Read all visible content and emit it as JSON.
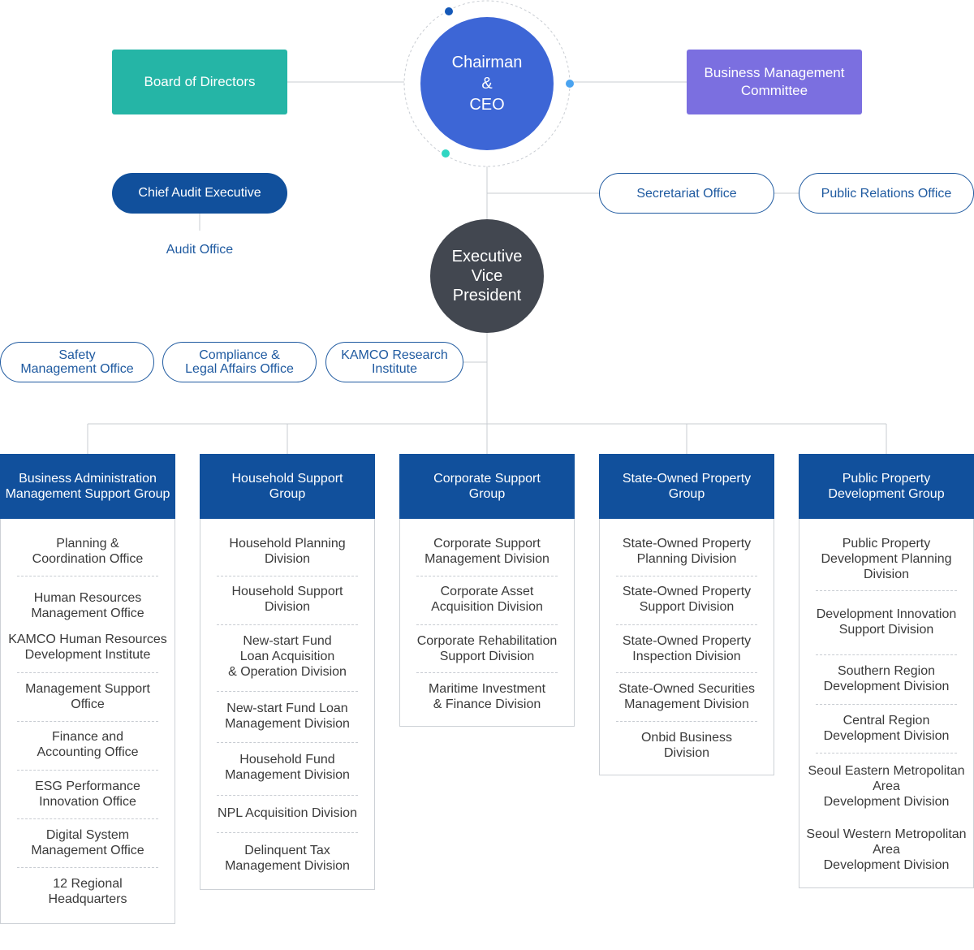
{
  "top": {
    "board_label": "Board of Directors",
    "ceo_label": "Chairman\n&\nCEO",
    "bmc_label": "Business Management\nCommittee"
  },
  "audit": {
    "cae_label": "Chief Audit Executive",
    "office_label": "Audit Office"
  },
  "staff": {
    "secretariat": "Secretariat Office",
    "public_relations": "Public Relations Office"
  },
  "evp": {
    "label": "Executive\nVice\nPresident"
  },
  "evp_offices": {
    "safety": "Safety\nManagement Office",
    "compliance": "Compliance &\nLegal Affairs Office",
    "research": "KAMCO Research\nInstitute"
  },
  "groups": [
    {
      "title": "Business Administration\nManagement Support Group",
      "units": [
        "Planning &\nCoordination Office",
        "Human Resources\nManagement Office",
        "KAMCO Human Resources\nDevelopment Institute",
        "Management Support\nOffice",
        "Finance and\nAccounting Office",
        "ESG Performance\nInnovation Office",
        "Digital System\nManagement Office",
        "12 Regional\nHeadquarters"
      ]
    },
    {
      "title": "Household Support\nGroup",
      "units": [
        "Household Planning\nDivision",
        "Household Support\nDivision",
        "New-start Fund\nLoan Acquisition\n& Operation Division",
        "New-start Fund Loan\nManagement Division",
        "Household Fund\nManagement Division",
        "NPL Acquisition Division",
        "Delinquent Tax\nManagement Division"
      ]
    },
    {
      "title": "Corporate Support\nGroup",
      "units": [
        "Corporate Support\nManagement Division",
        "Corporate Asset\nAcquisition Division",
        "Corporate Rehabilitation\nSupport Division",
        "Maritime Investment\n& Finance Division"
      ]
    },
    {
      "title": "State-Owned Property\nGroup",
      "units": [
        "State-Owned Property\nPlanning Division",
        "State-Owned Property\nSupport Division",
        "State-Owned Property\nInspection Division",
        "State-Owned Securities\nManagement Division",
        "Onbid Business\nDivision"
      ]
    },
    {
      "title": "Public Property\nDevelopment Group",
      "units": [
        "Public Property\nDevelopment Planning\nDivision",
        "Development Innovation\nSupport Division",
        "Southern Region\nDevelopment Division",
        "Central Region\nDevelopment Division",
        "Seoul Eastern Metropolitan\nArea\nDevelopment Division",
        "Seoul Western Metropolitan\nArea\nDevelopment Division"
      ]
    }
  ]
}
